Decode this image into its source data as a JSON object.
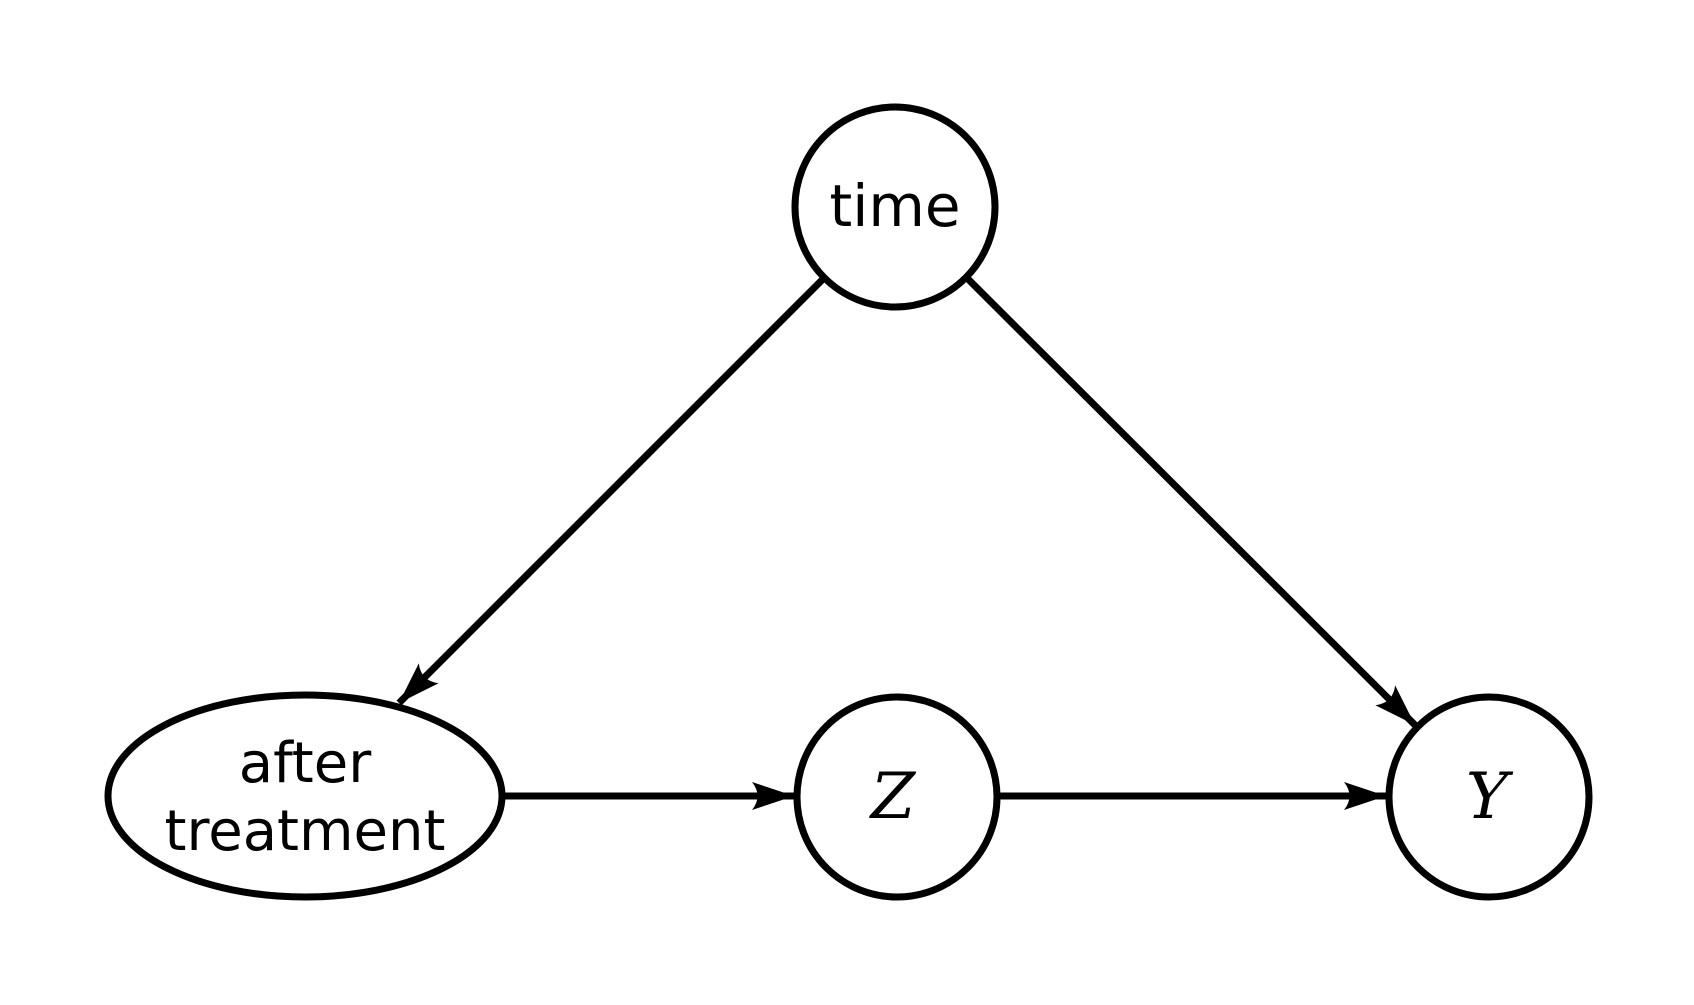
{
  "diagram": {
    "type": "causal-dag",
    "background_color": "#ffffff",
    "stroke_color": "#000000",
    "nodes": {
      "time": {
        "label": "time",
        "shape": "circle"
      },
      "after_treatment": {
        "label": "after treatment",
        "line1": "after",
        "line2": "treatment",
        "shape": "ellipse"
      },
      "z": {
        "label": "Z",
        "shape": "circle"
      },
      "y": {
        "label": "Y",
        "shape": "circle"
      }
    },
    "edges": [
      {
        "from": "time",
        "to": "after treatment",
        "style": "arrow"
      },
      {
        "from": "time",
        "to": "Y",
        "style": "arrow"
      },
      {
        "from": "after treatment",
        "to": "Z",
        "style": "arrow"
      },
      {
        "from": "Z",
        "to": "Y",
        "style": "arrow"
      }
    ]
  }
}
